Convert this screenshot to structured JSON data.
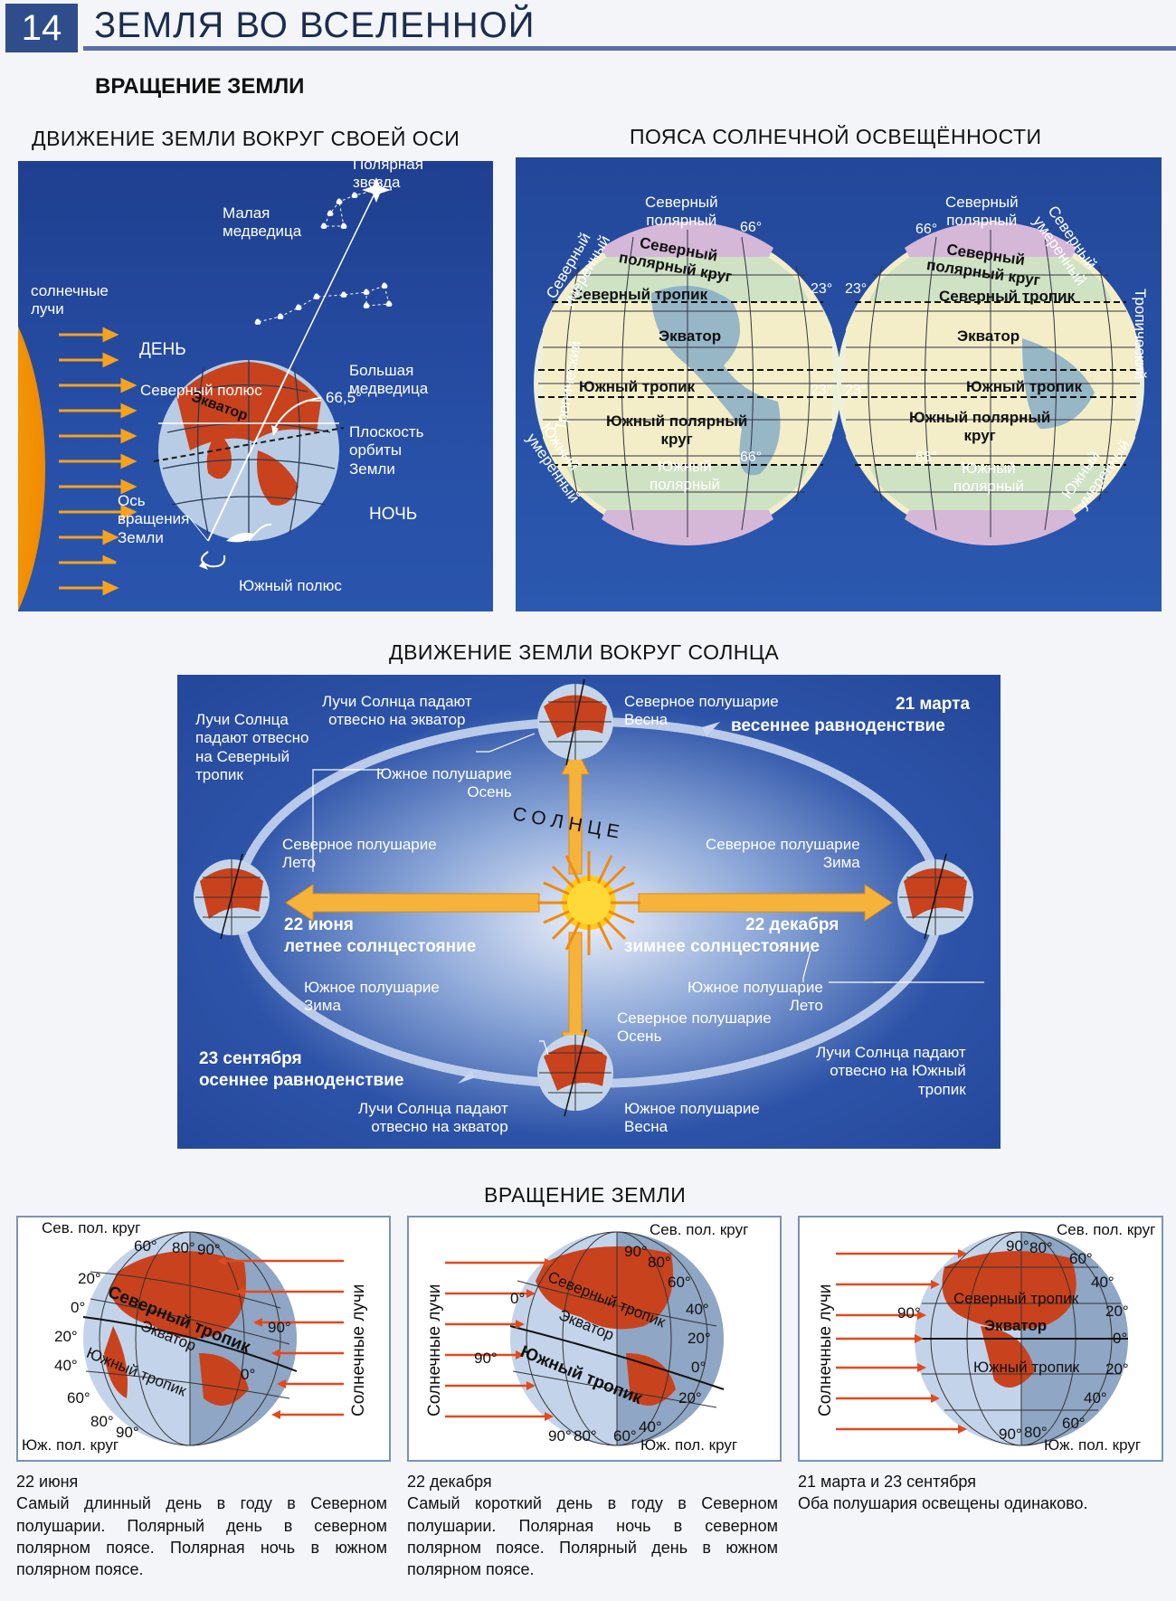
{
  "header": {
    "page_number": "14",
    "title": "ЗЕМЛЯ ВО ВСЕЛЕННОЙ",
    "subtitle": "ВРАЩЕНИЕ ЗЕМЛИ"
  },
  "axis_panel": {
    "title": "ДВИЖЕНИЕ ЗЕМЛИ ВОКРУГ СВОЕЙ ОСИ",
    "polaris": "Полярная\nзвезда",
    "ursa_minor": "Малая\nмедведица",
    "ursa_major": "Большая\nмедведица",
    "sun_rays": "солнечные\nлучи",
    "day": "ДЕНЬ",
    "night": "НОЧЬ",
    "north_pole": "Северный полюс",
    "south_pole": "Южный полюс",
    "equator": "Экватор",
    "angle": "66,5°",
    "orbit_plane": "Плоскость\nорбиты\nЗемли",
    "axis": "Ось\nвращения\nЗемли"
  },
  "zones_panel": {
    "title": "ПОЯСА СОЛНЕЧНОЙ ОСВЕЩЁННОСТИ",
    "north_polar": "Северный\nполярный",
    "south_polar": "Южный\nполярный",
    "north_temperate": "Северный\nумеренный",
    "south_temperate": "Южный\nумеренный",
    "tropical": "Тропический",
    "arctic_circle": "Северный\nполярный круг",
    "tropic_cancer": "Северный тропик",
    "equator": "Экватор",
    "tropic_capricorn": "Южный тропик",
    "antarctic_circle": "Южный полярный\nкруг",
    "deg66": "66°",
    "deg23": "23°"
  },
  "orbit_panel": {
    "title": "ДВИЖЕНИЕ ЗЕМЛИ ВОКРУГ СОЛНЦА",
    "sun": "СОЛНЦЕ",
    "march_date": "21 марта",
    "march_event": "весеннее равноденствие",
    "june_date": "22 июня",
    "june_event": "летнее солнцестояние",
    "sept_date": "23 сентября",
    "sept_event": "осеннее  равноденствие",
    "dec_date": "22 декабря",
    "dec_event": "зимнее солнцестояние",
    "rays_equator": "Лучи Солнца падают\nотвесно на экватор",
    "rays_north_tropic": "Лучи Солнца\nпадают отвесно\nна Северный\nтропик",
    "rays_south_tropic": "Лучи Солнца падают\nотвесно на Южный\nтропик",
    "nh_spring": "Северное полушарие\nВесна",
    "sh_autumn": "Южное полушарие\nОсень",
    "nh_summer": "Северное полушарие\nЛето",
    "sh_winter": "Южное полушарие\nЗима",
    "nh_winter": "Северное полушарие\nЗима",
    "sh_summer": "Южное полушарие\nЛето",
    "nh_autumn": "Северное полушарие\nОсень",
    "sh_spring": "Южное полушарие\nВесна"
  },
  "rotation": {
    "title": "ВРАЩЕНИЕ ЗЕМЛИ",
    "rays": "Солнечные лучи",
    "north_circle": "Сев. пол. круг",
    "south_circle": "Юж. пол. круг",
    "north_tropic": "Северный тропик",
    "equator": "Экватор",
    "south_tropic": "Южный тропик",
    "d90": "90°",
    "d80": "80°",
    "d60": "60°",
    "d40": "40°",
    "d20": "20°",
    "d0": "0°",
    "june_date": "22 июня",
    "june_text": "Самый длинный день в году в Северном полушарии. Полярный день в северном полярном поясе. Полярная ночь в южном полярном поясе.",
    "dec_date": "22 декабря",
    "dec_text": "Самый короткий день в году в Северном полушарии. Полярная ночь в северном полярном поясе. Полярный день в южном полярном поясе.",
    "equinox_date": "21 марта и 23 сентября",
    "equinox_text": "Оба полушария освещены одинаково."
  }
}
